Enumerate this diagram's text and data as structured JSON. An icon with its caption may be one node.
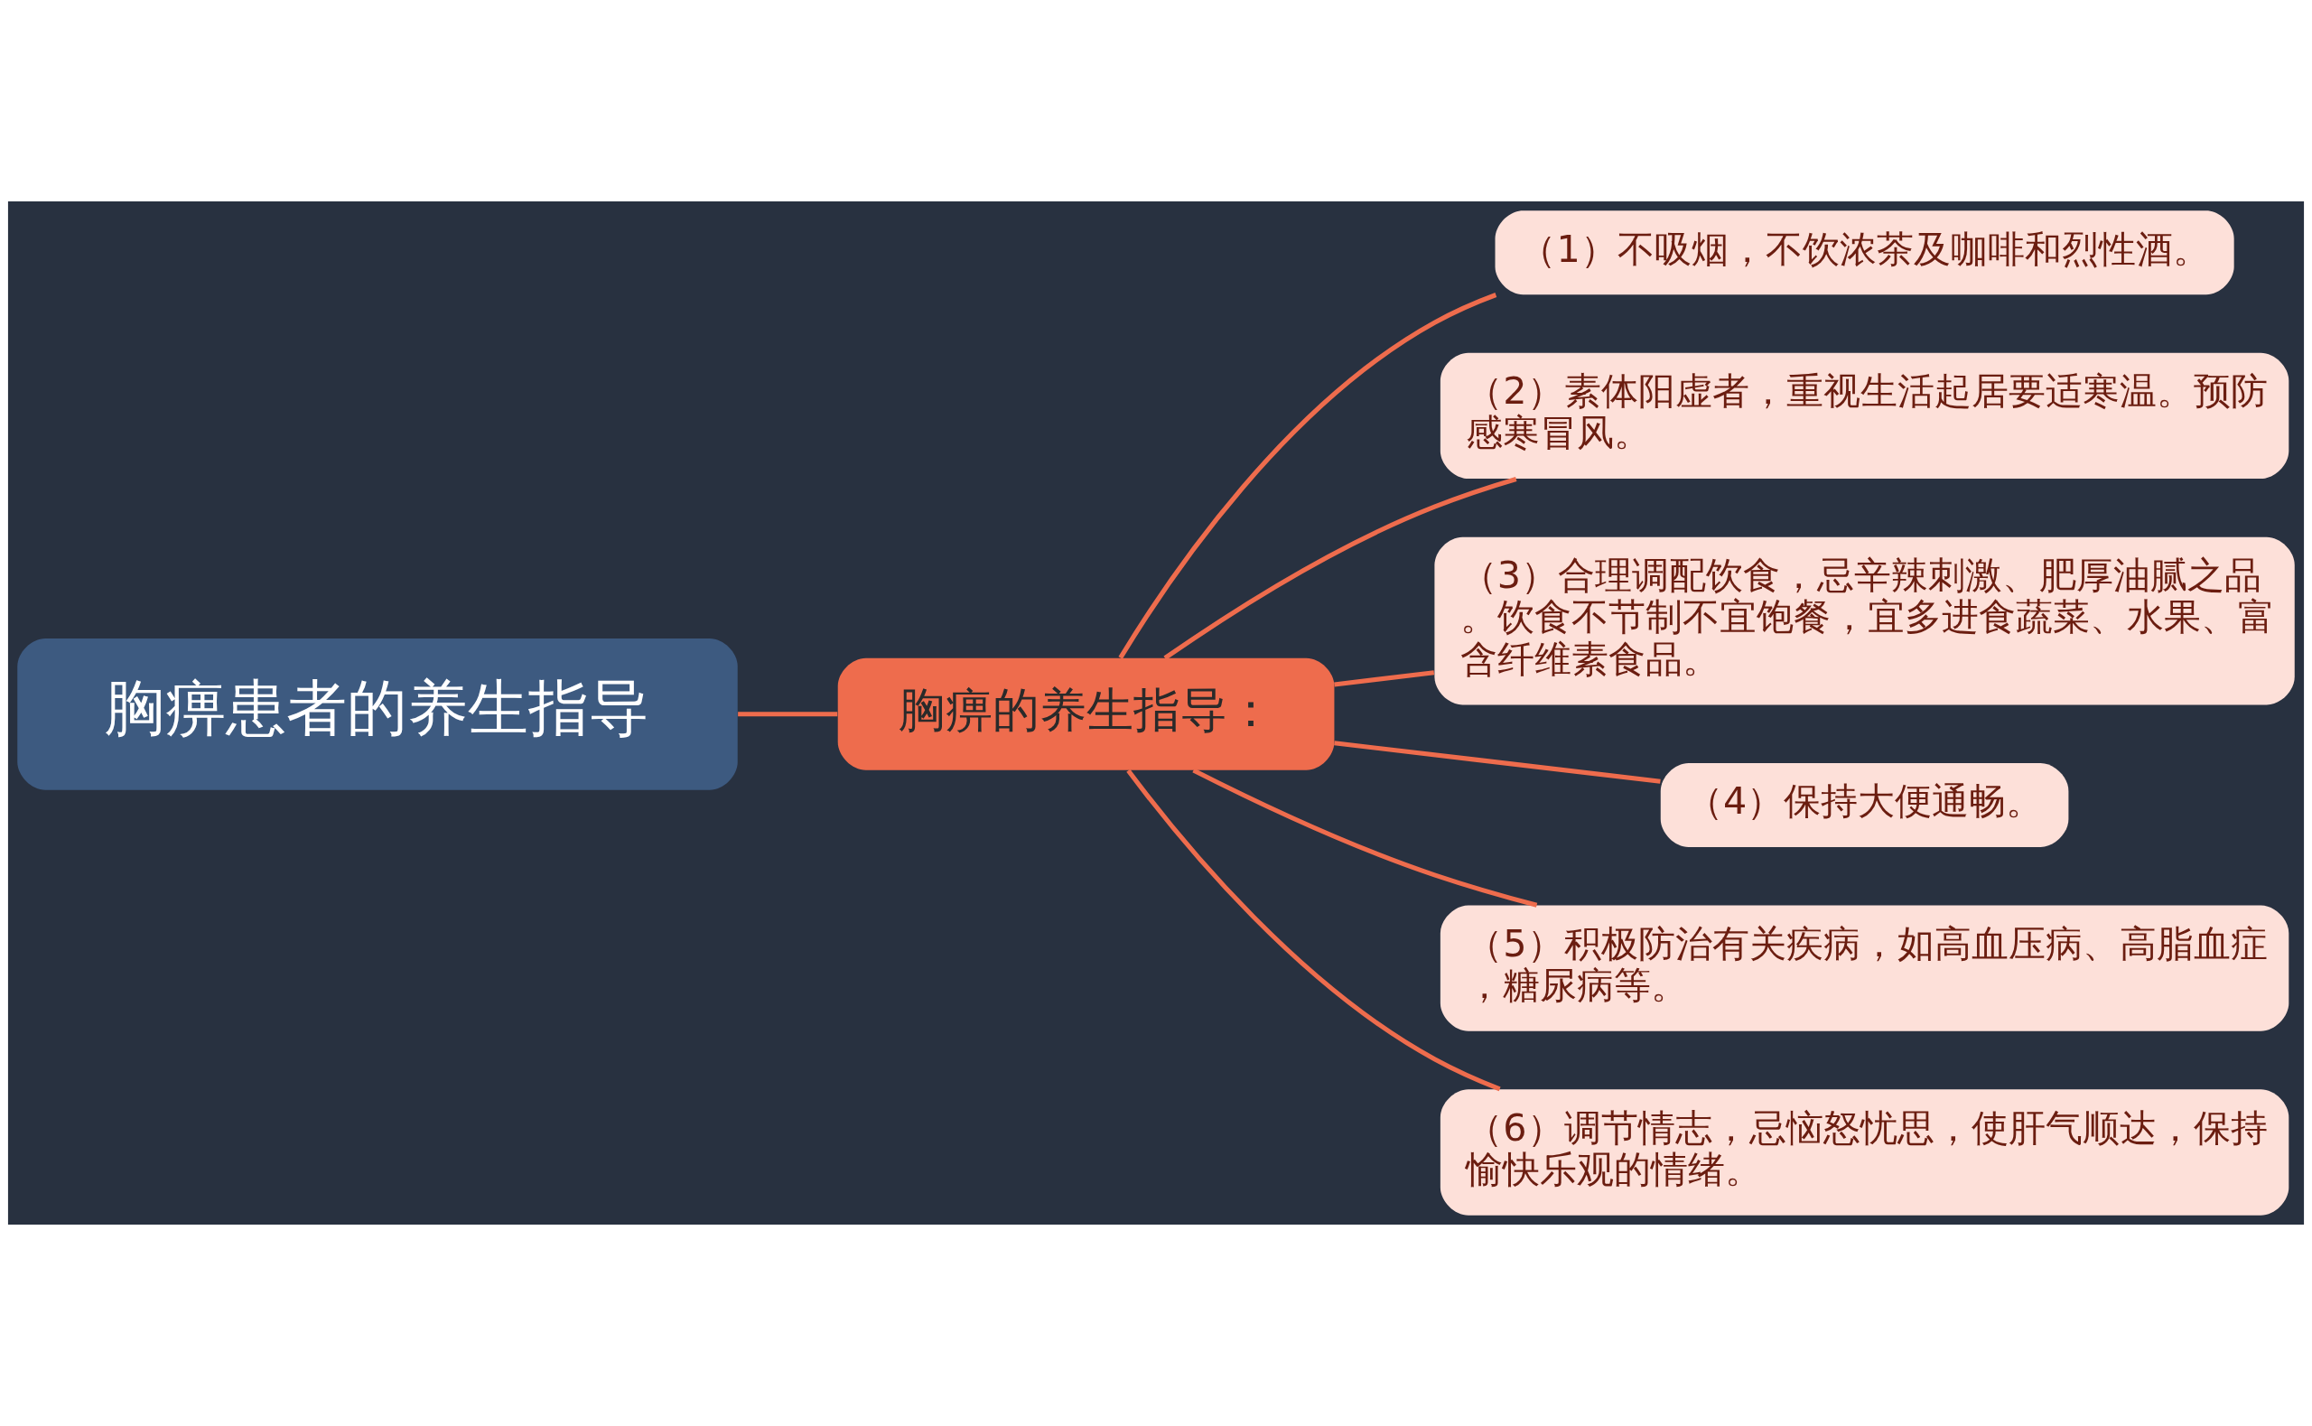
{
  "diagram": {
    "nodes": [
      {
        "text": [
          "胸痹患者的养生指导"
        ]
      },
      {
        "text": [
          "胸痹的养生指导："
        ]
      },
      {
        "text": [
          "（1）不吸烟，不饮浓茶及咖啡和烈性酒。"
        ]
      },
      {
        "text": [
          "（2）素体阳虚者，重视生活起居要适寒温。预防感寒冒风。"
        ]
      },
      {
        "text": [
          "（3）合理调配饮食，忌辛辣刺激、肥厚油腻之品。饮食不节制不宜饱餐，宜多进食蔬菜、水果、富含纤维素食品。"
        ]
      },
      {
        "text": [
          "（4）保持大便通畅。"
        ]
      },
      {
        "text": [
          "（5）积极防治有关疾病，如高血压病、高脂血症，糖尿病等。"
        ]
      },
      {
        "text": [
          "（6）调节情志，忌恼怒忧思，使肝气顺达，保持愉快乐观的情绪。"
        ]
      }
    ],
    "edges": [
      {
        "from": 0,
        "to": 1,
        "arrow": "none"
      },
      {
        "from": 1,
        "to": 2,
        "arrow": "none"
      },
      {
        "from": 1,
        "to": 3,
        "arrow": "none"
      },
      {
        "from": 1,
        "to": 4,
        "arrow": "none"
      },
      {
        "from": 1,
        "to": 5,
        "arrow": "none"
      },
      {
        "from": 1,
        "to": 6,
        "arrow": "none"
      },
      {
        "from": 1,
        "to": 7,
        "arrow": "none"
      }
    ]
  }
}
